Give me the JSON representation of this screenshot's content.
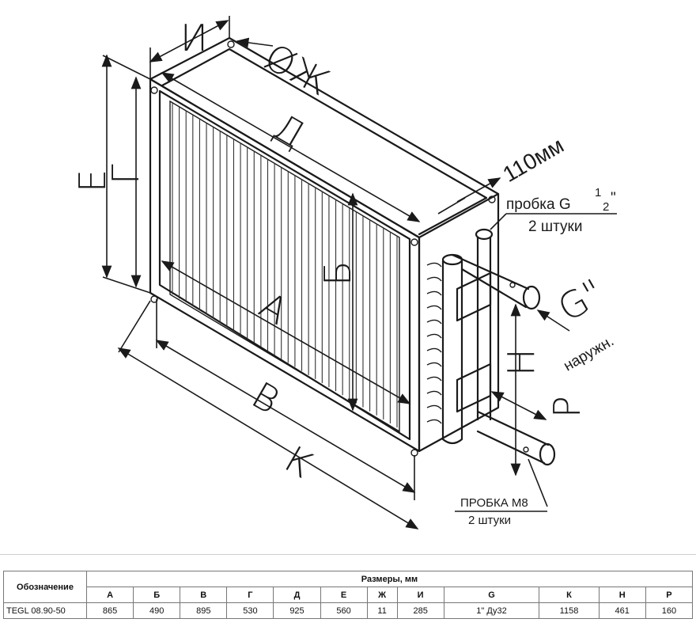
{
  "drawing": {
    "labels": {
      "i": "И",
      "zh": "ØЖ",
      "d_top": "Д",
      "e": "Е",
      "g": "Г",
      "b_side": "Б",
      "a": "А",
      "v": "В",
      "k": "К",
      "n": "Н",
      "r": "Р",
      "g_thread": "G\"",
      "width_label": "110мм"
    },
    "notes": {
      "plug_top_line1": "пробка G",
      "plug_top_frac_num": "1",
      "plug_top_frac_den": "2",
      "plug_top_suffix": "\"",
      "plug_top_line2": "2 штуки",
      "thread_note": "наружн.",
      "plug_bottom_line1": "ПРОБКА М8",
      "plug_bottom_line2": "2 штуки"
    }
  },
  "table": {
    "designation_header": "Обозначение",
    "sizes_header": "Размеры, мм",
    "columns": [
      "А",
      "Б",
      "В",
      "Г",
      "Д",
      "Е",
      "Ж",
      "И",
      "G",
      "К",
      "Н",
      "Р"
    ],
    "rows": [
      {
        "designation": "TEGL 08.90-50",
        "values": [
          "865",
          "490",
          "895",
          "530",
          "925",
          "560",
          "11",
          "285",
          "1\" Ду32",
          "1158",
          "461",
          "160"
        ]
      }
    ]
  }
}
